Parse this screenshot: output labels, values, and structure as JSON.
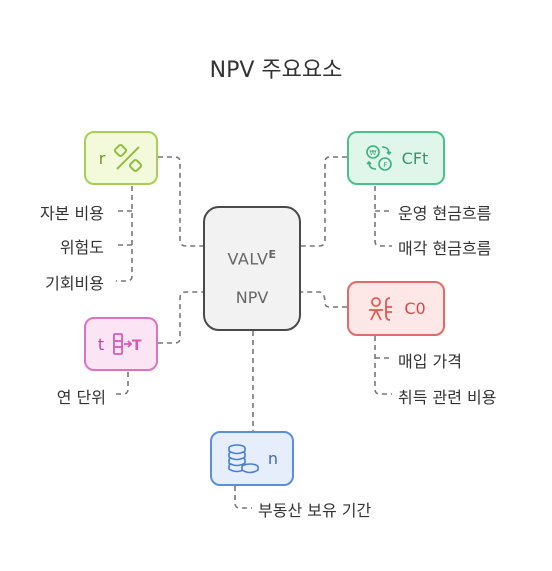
{
  "title": "NPV 주요요소",
  "center": {
    "line1": "VALV",
    "line1_sup": "E",
    "line2": "NPV"
  },
  "nodes": {
    "r": {
      "label": "r",
      "icon": "percent-icon",
      "color": "#8fbf3a",
      "fill": "#f3fadc",
      "text_color": "#6f9a20"
    },
    "cft": {
      "label": "CFt",
      "icon": "cash-flow-icon",
      "color": "#3bb27a",
      "fill": "#e0f6ea",
      "text_color": "#2f9a66"
    },
    "c0": {
      "label": "C0",
      "icon": "investor-icon",
      "color": "#e05a56",
      "fill": "#fde8e7",
      "text_color": "#d24c48"
    },
    "t": {
      "label": "t",
      "icon": "period-icon",
      "color": "#d65ab5",
      "fill": "#fbe5f5",
      "text_color": "#c2409f"
    },
    "n": {
      "label": "n",
      "icon": "coins-icon",
      "color": "#4a7fcf",
      "fill": "#e6eefb",
      "text_color": "#3a6cc0"
    }
  },
  "labels": {
    "r": [
      "자본 비용",
      "위험도",
      "기회비용"
    ],
    "cft": [
      "운영 현금흐름",
      "매각 현금흐름"
    ],
    "c0": [
      "매입 가격",
      "취득 관련 비용"
    ],
    "t": [
      "연 단위"
    ],
    "n": [
      "부동산 보유 기간"
    ]
  }
}
